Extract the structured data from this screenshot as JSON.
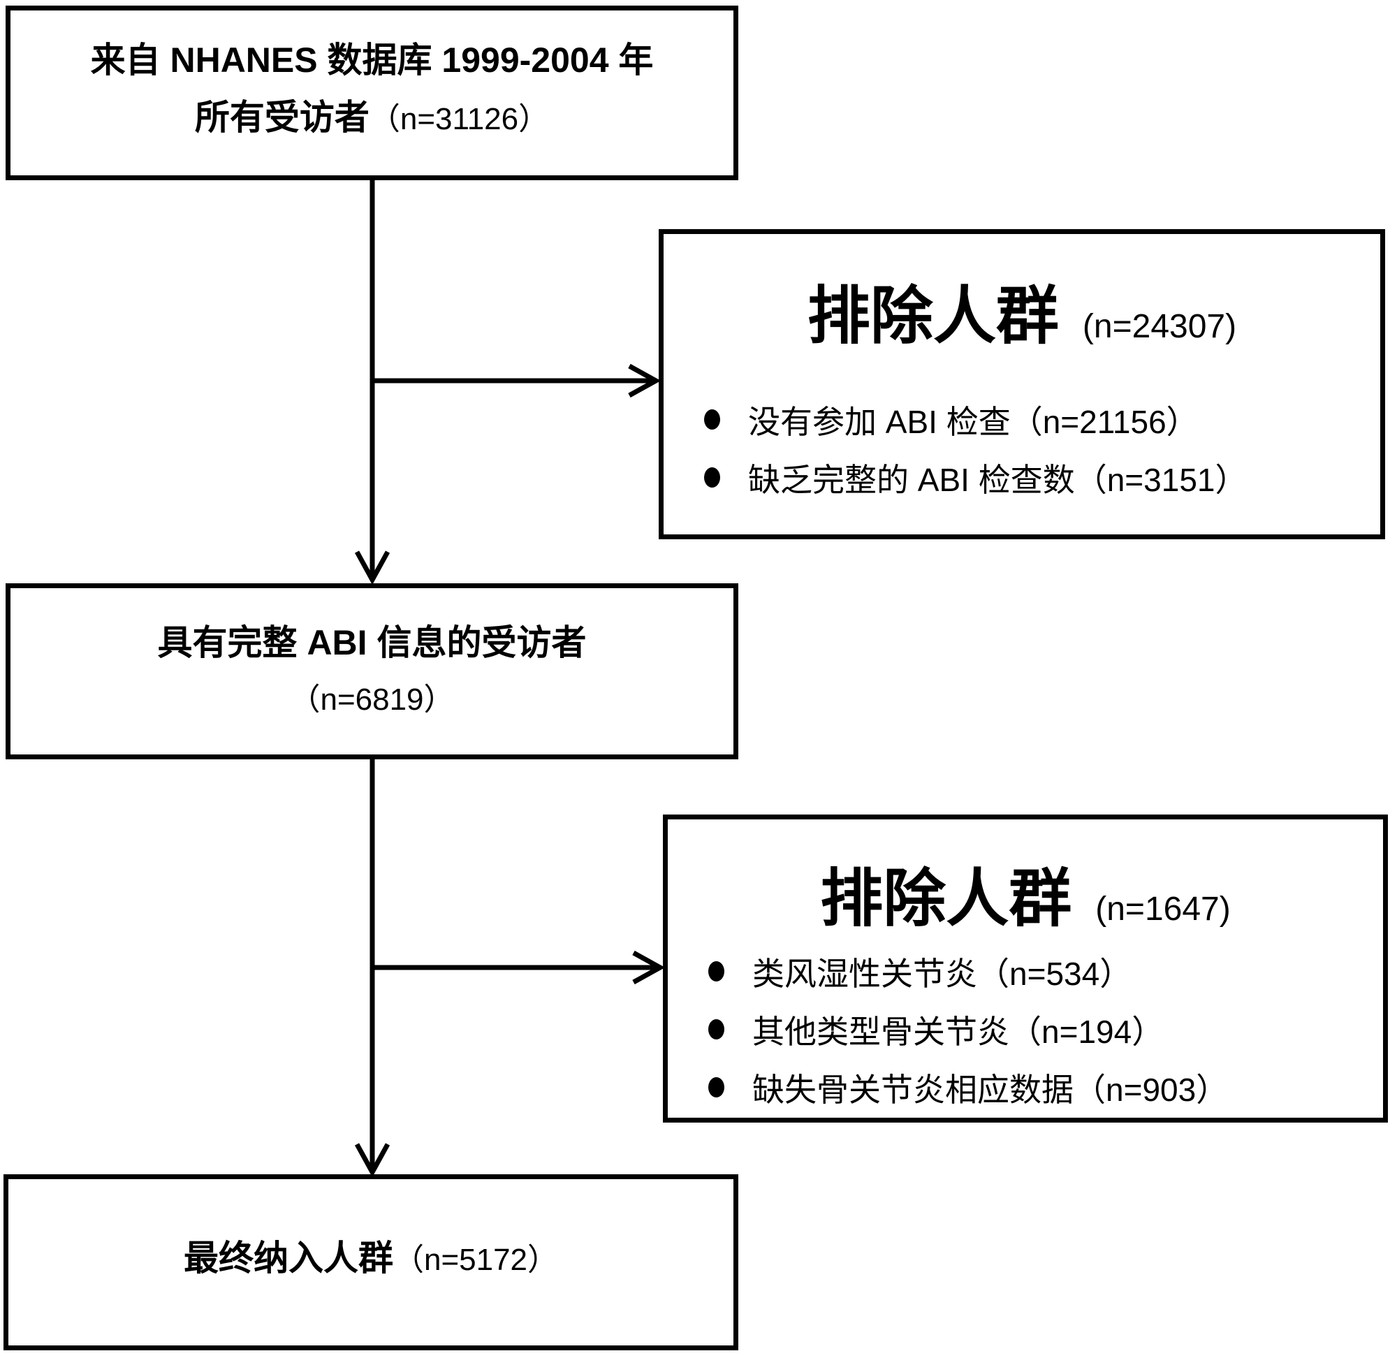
{
  "flowchart": {
    "colors": {
      "background": "#ffffff",
      "foreground": "#000000"
    },
    "top_box": {
      "line1": "来自 NHANES 数据库 1999-2004 年",
      "line2_label": "所有受访者",
      "line2_count": "（n=31126）"
    },
    "exclusion_box_1": {
      "title": "排除人群",
      "count": "(n=24307)",
      "bullets": [
        "没有参加 ABI 检查（n=21156）",
        "缺乏完整的 ABI 检查数（n=3151）"
      ]
    },
    "middle_box": {
      "line1": "具有完整 ABI 信息的受访者",
      "line2_count": "（n=6819）"
    },
    "exclusion_box_2": {
      "title": "排除人群",
      "count": "(n=1647)",
      "bullets": [
        "类风湿性关节炎（n=534）",
        "其他类型骨关节炎（n=194）",
        "缺失骨关节炎相应数据（n=903）"
      ]
    },
    "bottom_box": {
      "label": "最终纳入人群",
      "count": "（n=5172）"
    }
  }
}
